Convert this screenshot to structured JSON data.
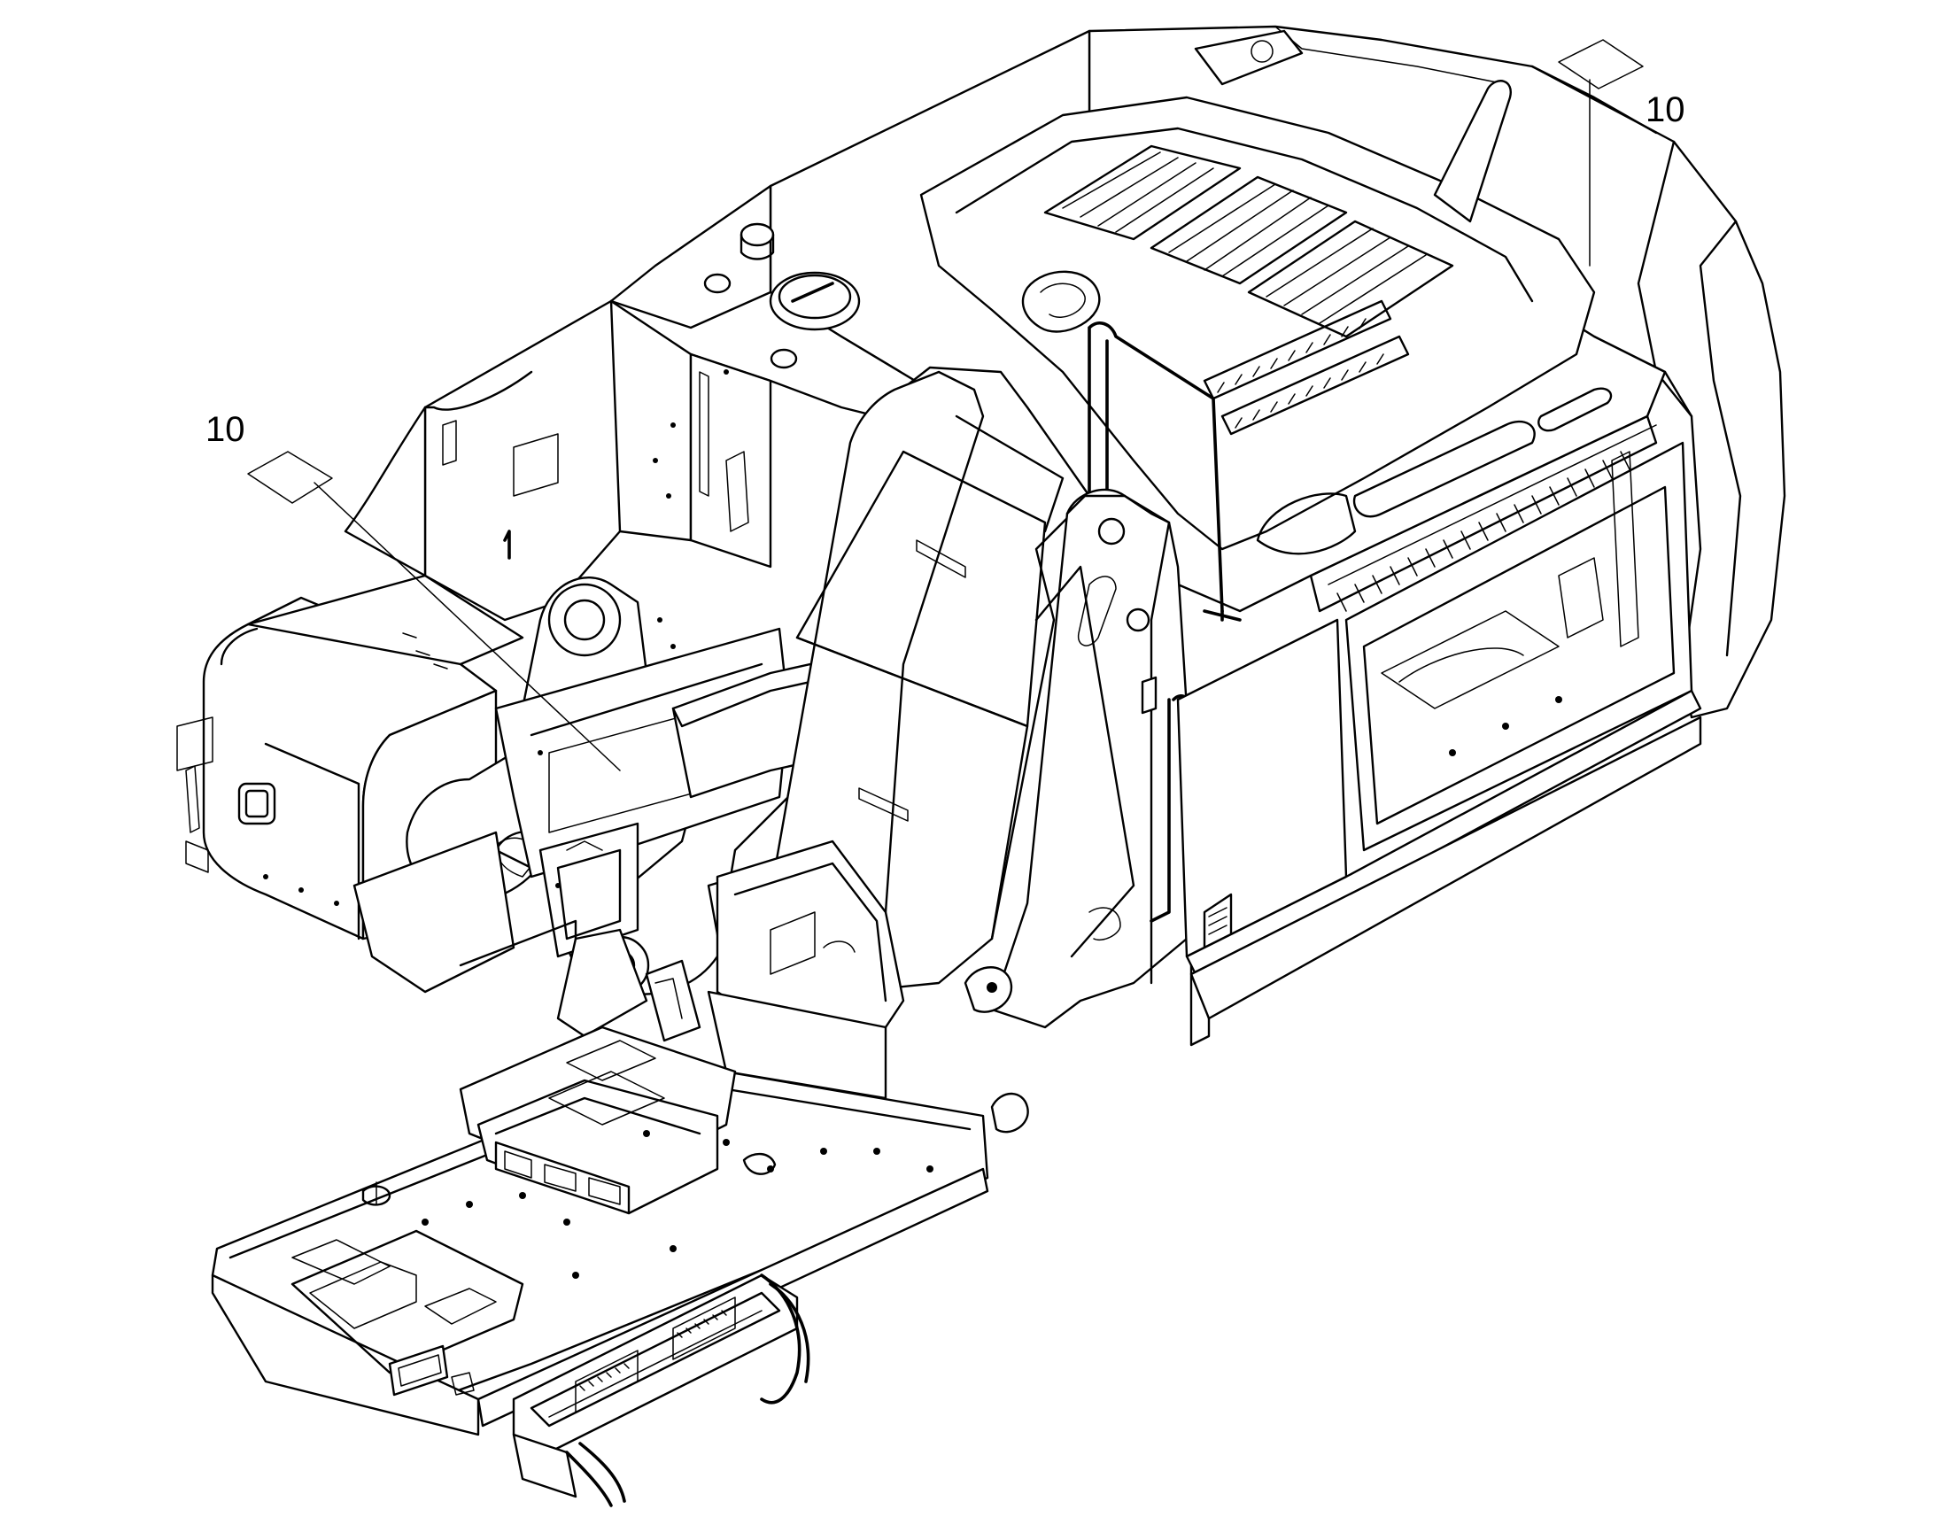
{
  "callouts": [
    {
      "id": "label-left",
      "text": "10"
    },
    {
      "id": "label-right",
      "text": "10"
    }
  ],
  "colors": {
    "line": "#000000",
    "background": "#ffffff"
  }
}
